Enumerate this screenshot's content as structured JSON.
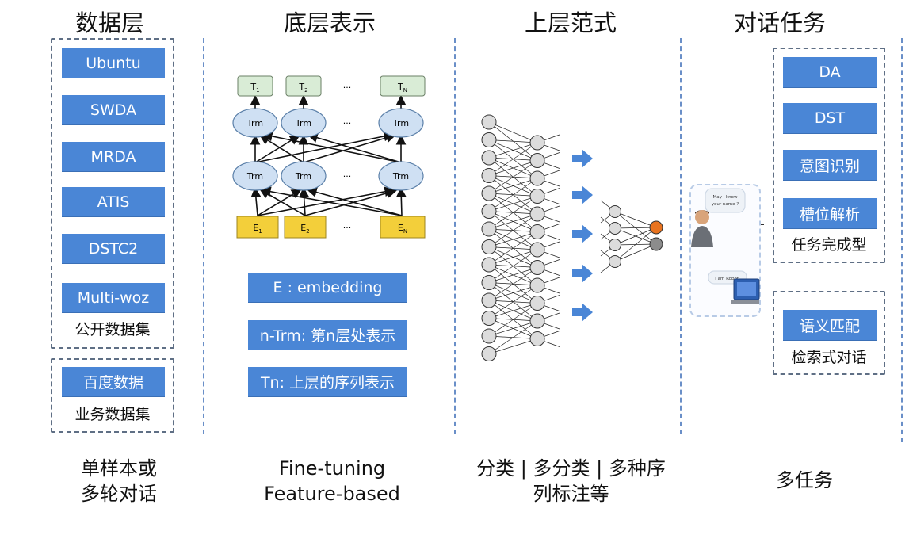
{
  "headers": [
    "数据层",
    "底层表示",
    "上层范式",
    "对话任务"
  ],
  "data_layer": {
    "public": [
      "Ubuntu",
      "SWDA",
      "MRDA",
      "ATIS",
      "DSTC2",
      "Multi-woz"
    ],
    "public_caption": "公开数据集",
    "business": [
      "百度数据"
    ],
    "business_caption": "业务数据集"
  },
  "representation": {
    "top_tokens": [
      "T1",
      "T2",
      "···",
      "TN"
    ],
    "trm_label": "Trm",
    "ellipsis": "···",
    "bottom_tokens": [
      "E1",
      "E2",
      "···",
      "EN"
    ],
    "legend": [
      "E : embedding",
      "n-Trm: 第n层处表示",
      "Tn: 上层的序列表示"
    ]
  },
  "dialogue_tasks": {
    "task_oriented": [
      "DA",
      "DST",
      "意图识别",
      "槽位解析"
    ],
    "task_caption": "任务完成型",
    "retrieval": [
      "语义匹配"
    ],
    "retrieval_caption": "检索式对话",
    "chat_user": "May I know your name ?",
    "chat_robot": "I am Robot."
  },
  "footers": [
    [
      "单样本或",
      "多轮对话"
    ],
    [
      "Fine-tuning",
      "Feature-based"
    ],
    [
      "分类 | 多分类 | 多种序",
      "列标注等"
    ],
    [
      "多任务"
    ]
  ],
  "colors": {
    "button_blue": "#4a86d6",
    "token_green": "#d9ecd6",
    "trm_blue": "#cfe0f3",
    "emb_yellow": "#f3cf3a",
    "output_orange": "#e8731f",
    "neuron_gray": "#dcdcdc",
    "arrow_blue": "#4a86d6"
  }
}
